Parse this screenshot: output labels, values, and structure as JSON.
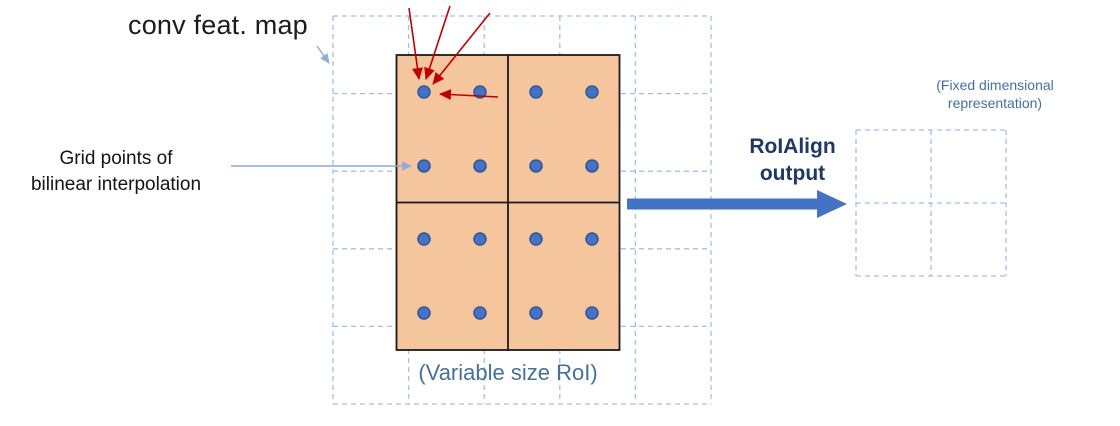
{
  "diagram": {
    "labels": {
      "conv_feat_map": "conv feat. map",
      "grid_points": "Grid points of\nbilinear interpolation",
      "roialign_output": "RoIAlign\noutput",
      "variable_size_roi": "(Variable size RoI)",
      "fixed_dimensional": "(Fixed dimensional\nrepresentation)"
    },
    "colors": {
      "feature_map_grid_dash": "#9dc3e6",
      "roi_fill": "#f5c59d",
      "roi_border": "#1a1a1a",
      "sample_dot_fill": "#4472c4",
      "sample_dot_border": "#2f5597",
      "bilinear_arrow": "#c00000",
      "output_arrow": "#4472c4",
      "pointer_arrow": "#8faadc",
      "caption_text": "#44709d",
      "output_label_text": "#1f3864"
    },
    "structure": {
      "feature_map_cells": "5x5",
      "roi_bins": "2x2",
      "sample_points_per_bin": 4,
      "total_sample_points": 16,
      "output_cells": "2x2"
    }
  }
}
